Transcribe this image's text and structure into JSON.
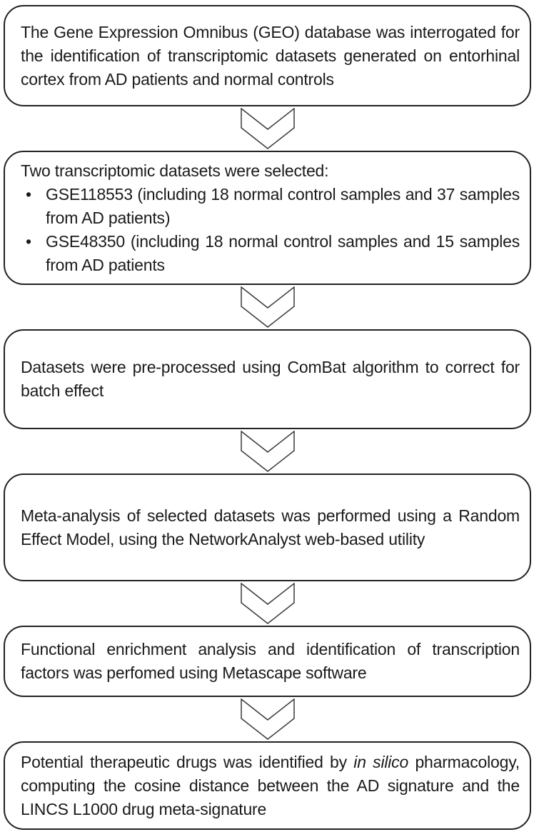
{
  "flowchart": {
    "type": "vertical-flowchart",
    "connector_icon": "chevron-down",
    "colors": {
      "background": "#ffffff",
      "box_fill": "#ffffff",
      "box_border": "#222222",
      "text": "#1a1a1a"
    },
    "steps": [
      {
        "text": "The Gene Expression Omnibus (GEO) database was interrogated for the identification of transcriptomic datasets generated on entorhinal cortex from AD patients and normal controls"
      },
      {
        "intro": "Two transcriptomic datasets were selected:",
        "bullets": [
          "GSE118553 (including 18 normal control samples and 37 samples from AD patients)",
          "GSE48350 (including 18 normal control samples and 15 samples from AD patients"
        ]
      },
      {
        "text": "Datasets were pre-processed using ComBat algorithm to correct for batch effect"
      },
      {
        "text": "Meta-analysis of selected datasets was performed using a Random Effect Model, using the NetworkAnalyst web-based utility"
      },
      {
        "text": "Functional enrichment analysis and identification of transcription factors was perfomed using Metascape software"
      },
      {
        "pre": "Potential therapeutic drugs was identified by ",
        "italic": "in silico",
        "post": " pharmacology, computing the cosine distance between the AD signature and the LINCS L1000 drug meta-signature"
      }
    ]
  }
}
